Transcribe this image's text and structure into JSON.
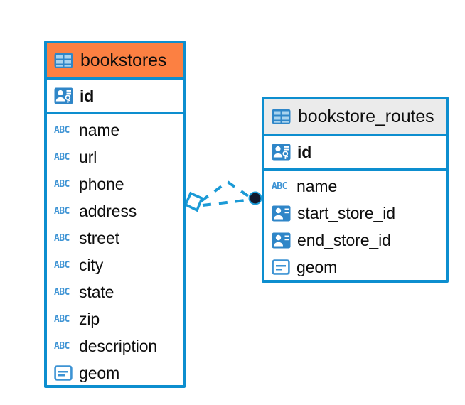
{
  "diagram": {
    "type": "entity-relationship-diagram",
    "background_color": "#ffffff",
    "accent_color": "#0d8ecf",
    "highlight_color": "#fc8042",
    "entities": [
      {
        "name": "bookstores",
        "header_style": "orange",
        "header_color": "#fc8042",
        "icon": "table-icon",
        "primary_key": {
          "name": "id",
          "icon": "primary-key-icon"
        },
        "fields": [
          {
            "name": "name",
            "icon": "text-type-icon",
            "icon_label": "ABC"
          },
          {
            "name": "url",
            "icon": "text-type-icon",
            "icon_label": "ABC"
          },
          {
            "name": "phone",
            "icon": "text-type-icon",
            "icon_label": "ABC"
          },
          {
            "name": "address",
            "icon": "text-type-icon",
            "icon_label": "ABC"
          },
          {
            "name": "street",
            "icon": "text-type-icon",
            "icon_label": "ABC"
          },
          {
            "name": "city",
            "icon": "text-type-icon",
            "icon_label": "ABC"
          },
          {
            "name": "state",
            "icon": "text-type-icon",
            "icon_label": "ABC"
          },
          {
            "name": "zip",
            "icon": "text-type-icon",
            "icon_label": "ABC"
          },
          {
            "name": "description",
            "icon": "text-type-icon",
            "icon_label": "ABC"
          },
          {
            "name": "geom",
            "icon": "geometry-type-icon",
            "icon_label": ""
          }
        ]
      },
      {
        "name": "bookstore_routes",
        "header_style": "grey",
        "header_color": "#ebebeb",
        "icon": "table-icon",
        "primary_key": {
          "name": "id",
          "icon": "primary-key-icon"
        },
        "fields": [
          {
            "name": "name",
            "icon": "text-type-icon",
            "icon_label": "ABC"
          },
          {
            "name": "start_store_id",
            "icon": "foreign-key-icon",
            "icon_label": ""
          },
          {
            "name": "end_store_id",
            "icon": "foreign-key-icon",
            "icon_label": ""
          },
          {
            "name": "geom",
            "icon": "geometry-type-icon",
            "icon_label": ""
          }
        ]
      }
    ],
    "relationship": {
      "style": "dashed",
      "color": "#1b9ad6",
      "source_marker": "diamond-outline",
      "target_marker": "filled-circle",
      "target_marker_color": "#121a2e"
    }
  }
}
